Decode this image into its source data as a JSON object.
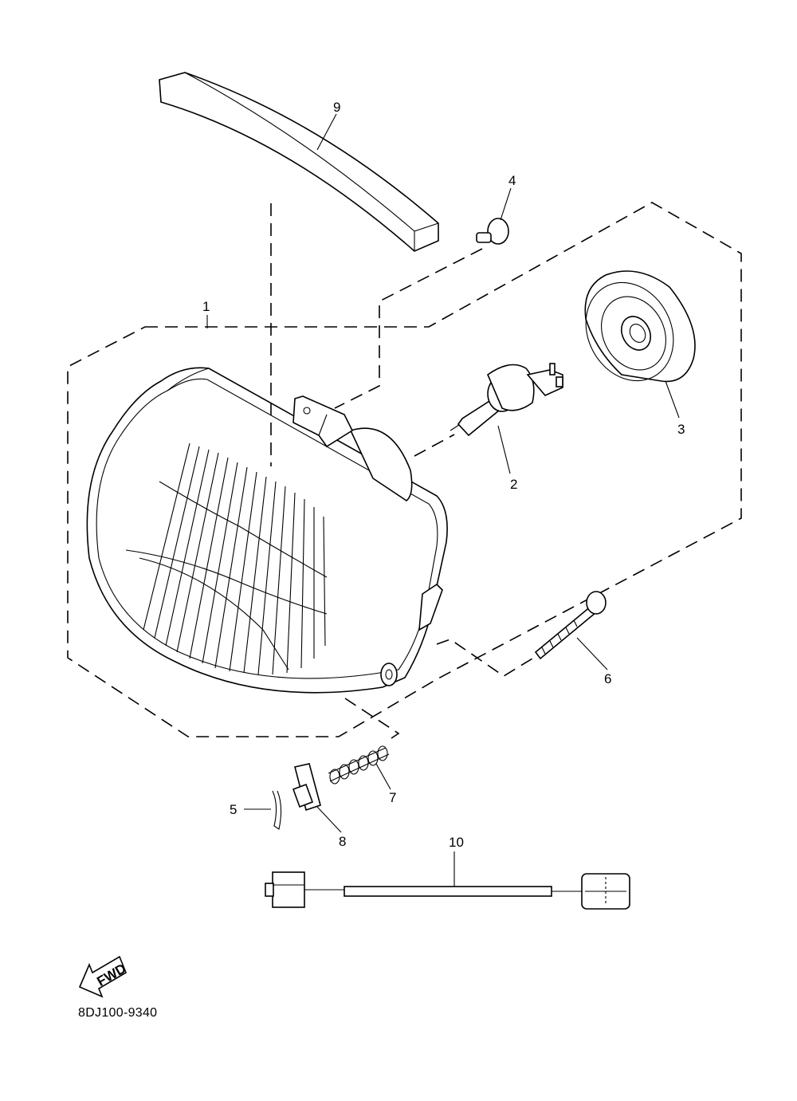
{
  "callouts": [
    {
      "id": "headlight-assy",
      "label": "1"
    },
    {
      "id": "bulb",
      "label": "2"
    },
    {
      "id": "bulb-cover",
      "label": "3"
    },
    {
      "id": "rivet",
      "label": "4"
    },
    {
      "id": "clip",
      "label": "5"
    },
    {
      "id": "adjust-screw",
      "label": "6"
    },
    {
      "id": "spring",
      "label": "7"
    },
    {
      "id": "nut",
      "label": "8"
    },
    {
      "id": "visor",
      "label": "9"
    },
    {
      "id": "lead-wire",
      "label": "10"
    }
  ],
  "fwd_arrow_text": "FWD",
  "diagram_code": "8DJ100-9340"
}
